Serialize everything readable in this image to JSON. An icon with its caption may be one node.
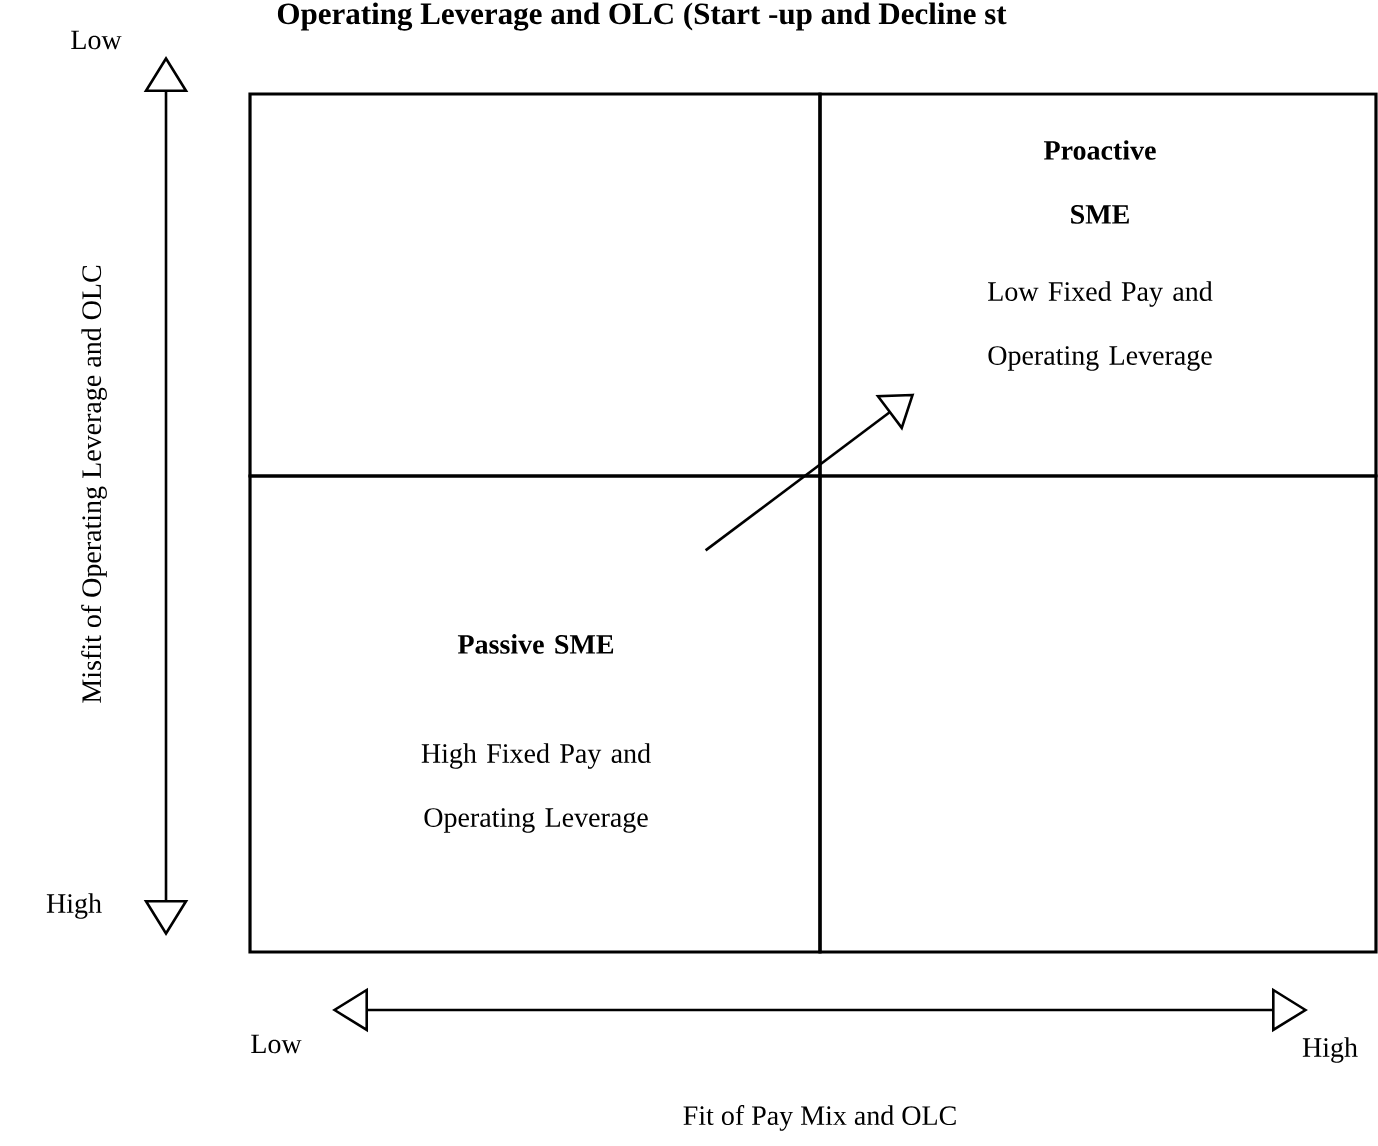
{
  "diagram": {
    "title": "Operating Leverage and OLC (Start -up and Decline st",
    "nodes": [
      {
        "text": [],
        "shape": "box"
      },
      {
        "text": [
          "Proactive SME",
          "Low Fixed Pay and Operating Leverage"
        ]
      },
      {
        "text": [
          "Passive SME",
          "High Fixed Pay and Operating Leverage"
        ]
      },
      {
        "text": [],
        "shape": "box"
      }
    ],
    "edges": [
      {
        "from": 2,
        "to": 1,
        "arrow": "to"
      }
    ],
    "labels": [
      "Low",
      "Misfit of Operating Leverage and OLC",
      "High",
      "Low",
      "High",
      "Fit of Pay Mix and OLC"
    ]
  }
}
